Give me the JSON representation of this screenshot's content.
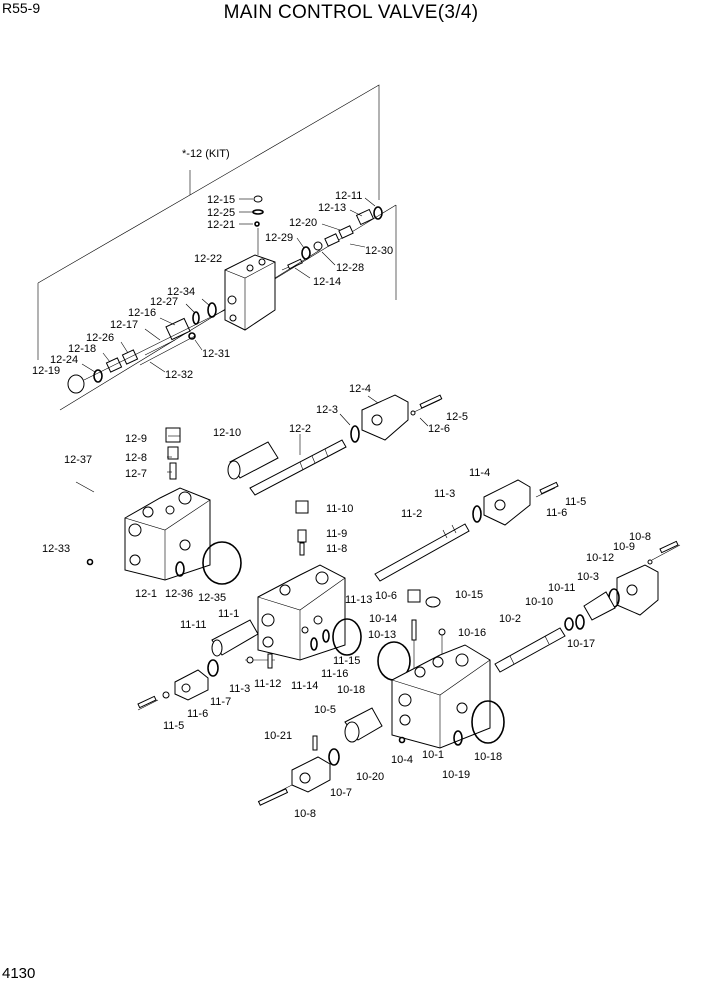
{
  "header": {
    "model": "R55-9",
    "title": "MAIN CONTROL VALVE(3/4)",
    "page_number": "4130"
  },
  "kit_label": "*-12 (KIT)",
  "callouts": [
    "12-15",
    "12-25",
    "12-21",
    "12-11",
    "12-13",
    "12-20",
    "12-29",
    "12-30",
    "12-22",
    "12-28",
    "12-14",
    "12-34",
    "12-27",
    "12-16",
    "12-17",
    "12-26",
    "12-18",
    "12-24",
    "12-19",
    "12-31",
    "12-32",
    "12-4",
    "12-3",
    "12-5",
    "12-6",
    "12-2",
    "12-10",
    "12-9",
    "12-8",
    "12-7",
    "12-37",
    "12-33",
    "12-1",
    "12-36",
    "12-35",
    "11-4",
    "11-3",
    "11-5",
    "11-6",
    "11-2",
    "11-10",
    "11-9",
    "11-8",
    "11-13",
    "11-1",
    "11-11",
    "11-15",
    "11-16",
    "11-12",
    "11-14",
    "11-3",
    "11-7",
    "11-6",
    "11-5",
    "10-8",
    "10-9",
    "10-12",
    "10-3",
    "10-11",
    "10-10",
    "10-17",
    "10-2",
    "10-6",
    "10-15",
    "10-14",
    "10-16",
    "10-13",
    "10-18",
    "10-5",
    "10-21",
    "10-1",
    "10-4",
    "10-18",
    "10-19",
    "10-20",
    "10-7",
    "10-8"
  ]
}
